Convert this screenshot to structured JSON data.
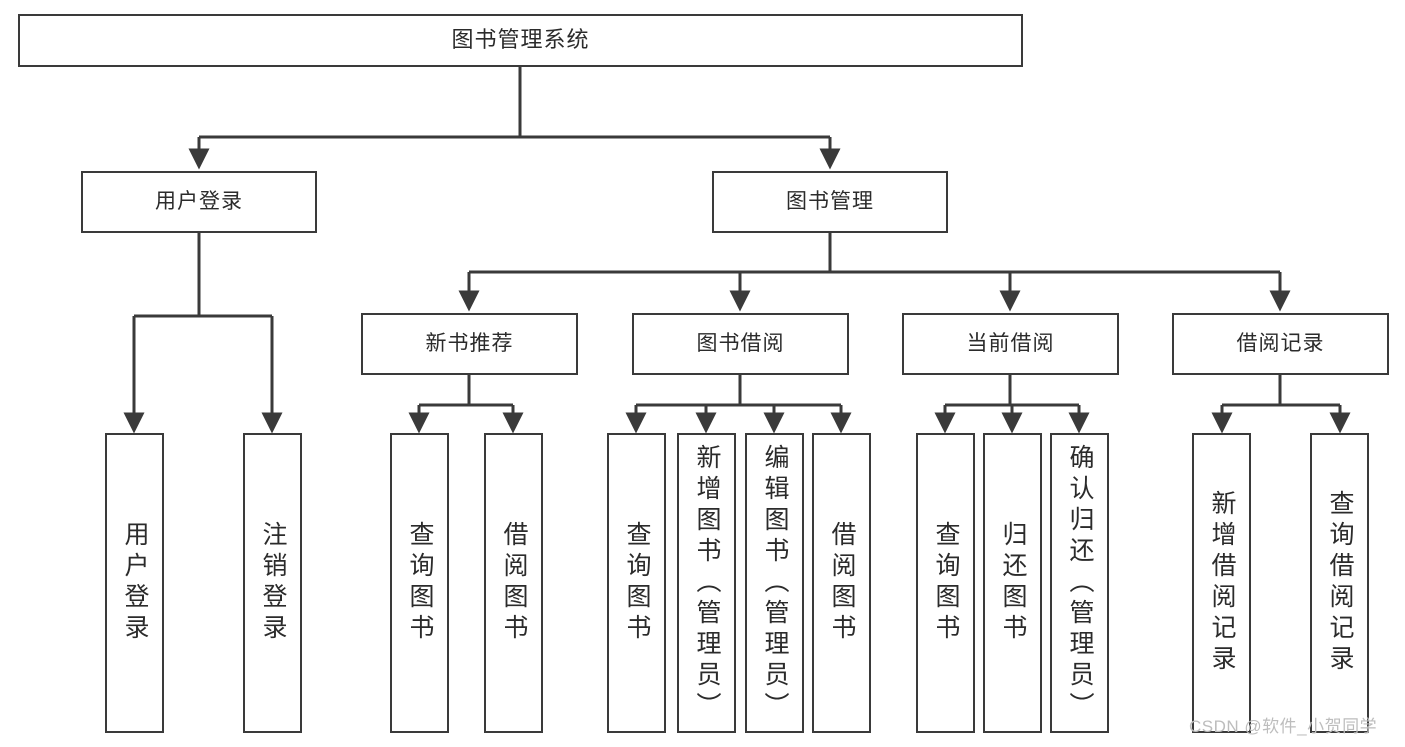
{
  "diagram": {
    "type": "tree",
    "title": "图书管理系统",
    "watermark": "CSDN @软件_小贺同学",
    "colors": {
      "stroke": "#3a3a3a",
      "background": "#ffffff",
      "text": "#2b2b2b",
      "watermark": "#bdbdbd"
    },
    "nodes": {
      "root": {
        "label": "图书管理系统"
      },
      "level1": [
        {
          "label": "用户登录"
        },
        {
          "label": "图书管理"
        }
      ],
      "level2": [
        {
          "label": "新书推荐"
        },
        {
          "label": "图书借阅"
        },
        {
          "label": "当前借阅"
        },
        {
          "label": "借阅记录"
        }
      ],
      "leaves": {
        "user_login": [
          {
            "label": "用户登录"
          },
          {
            "label": "注销登录"
          }
        ],
        "new_book": [
          {
            "label": "查询图书"
          },
          {
            "label": "借阅图书"
          }
        ],
        "book_borrow": [
          {
            "label": "查询图书"
          },
          {
            "label": "新增图书（管理员）"
          },
          {
            "label": "编辑图书（管理员）"
          },
          {
            "label": "借阅图书"
          }
        ],
        "current_borrow": [
          {
            "label": "查询图书"
          },
          {
            "label": "归还图书"
          },
          {
            "label": "确认归还（管理员）"
          }
        ],
        "borrow_record": [
          {
            "label": "新增借阅记录"
          },
          {
            "label": "查询借阅记录"
          }
        ]
      }
    }
  }
}
